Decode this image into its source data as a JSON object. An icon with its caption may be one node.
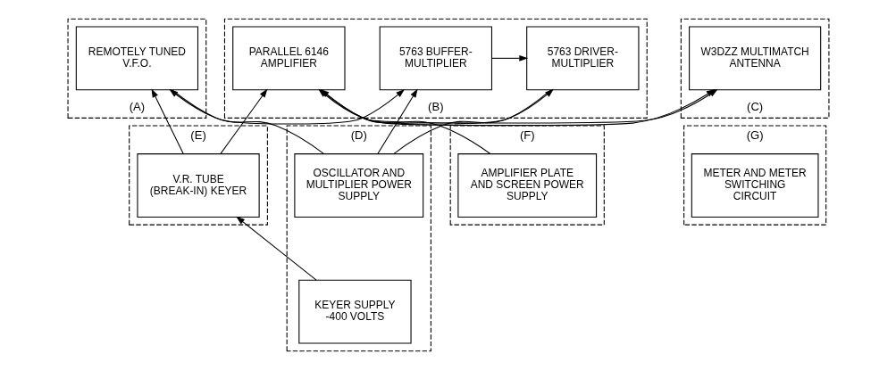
{
  "diagram": {
    "nodes": [
      {
        "text": [
          "(A)"
        ]
      },
      {
        "text": [
          "REMOTELY TUNED V.F.O."
        ],
        "in": 0
      },
      {
        "text": [
          "(B)"
        ]
      },
      {
        "text": [
          "5763 BUFFER- MULTIPLIER"
        ],
        "in": 2
      },
      {
        "text": [
          "5763 DRIVER- MULTIPLIER"
        ],
        "in": 2
      },
      {
        "text": [
          "PARALLEL 6146 AMPLIFIER"
        ],
        "in": 2
      },
      {
        "text": [
          "(C)"
        ]
      },
      {
        "text": [
          "W3DZZ MULTIMATCH ANTENNA"
        ],
        "in": 6
      },
      {
        "text": [
          "(D)"
        ]
      },
      {
        "text": [
          "OSCILLATOR AND MULTIPLIER POWER SUPPLY"
        ],
        "in": 8
      },
      {
        "text": [
          "KEYER SUPPLY -400 VOLTS"
        ],
        "in": 8
      },
      {
        "text": [
          "(E)"
        ]
      },
      {
        "text": [
          "V.R. TUBE (BREAK-IN) KEYER"
        ],
        "in": 11
      },
      {
        "text": [
          "(F)"
        ]
      },
      {
        "text": [
          "AMPLIFIER PLATE AND SCREEN POWER SUPPLY"
        ],
        "in": 13
      },
      {
        "text": [
          "(G)"
        ]
      },
      {
        "text": [
          "METER AND METER SWITCHING CIRCUIT"
        ],
        "in": 15
      }
    ],
    "edges": [
      {
        "from": 1,
        "to": 3,
        "arrow": "to"
      },
      {
        "from": 3,
        "to": 4,
        "arrow": "to"
      },
      {
        "from": 4,
        "to": 5,
        "arrow": "to"
      },
      {
        "from": 5,
        "to": 7,
        "arrow": "to"
      },
      {
        "from": 9,
        "to": 1,
        "arrow": "to"
      },
      {
        "from": 9,
        "to": 3,
        "arrow": "to"
      },
      {
        "from": 9,
        "to": 4,
        "arrow": "to"
      },
      {
        "from": 12,
        "to": 1,
        "arrow": "to"
      },
      {
        "from": 12,
        "to": 5,
        "arrow": "to"
      },
      {
        "from": 10,
        "to": 12,
        "arrow": "to"
      },
      {
        "from": 14,
        "to": 5,
        "arrow": "to"
      }
    ]
  }
}
